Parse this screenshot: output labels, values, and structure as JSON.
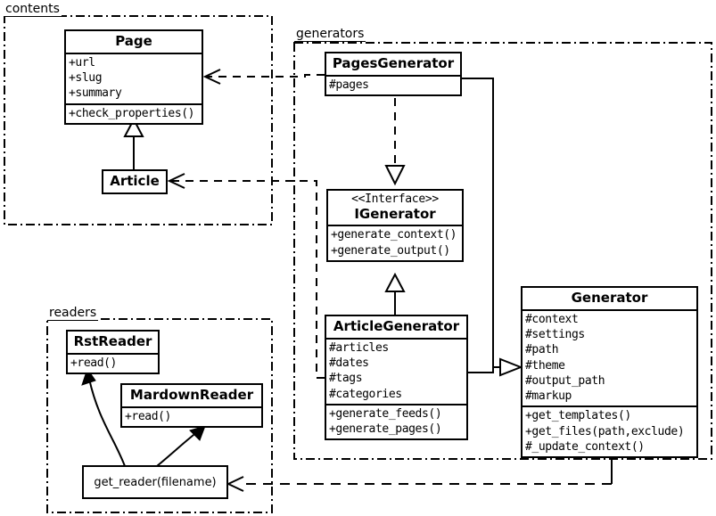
{
  "diagram": {
    "title": "UML class diagram",
    "stroke_color": "#000000",
    "background_color": "#ffffff"
  },
  "packages": [
    {
      "id": "contents",
      "label": "contents"
    },
    {
      "id": "generators",
      "label": "generators"
    },
    {
      "id": "readers",
      "label": "readers"
    }
  ],
  "classes": {
    "page": {
      "name": "Page",
      "attributes": [
        "+url",
        "+slug",
        "+summary"
      ],
      "methods": [
        "+check_properties()"
      ]
    },
    "article": {
      "name": "Article",
      "attributes": [],
      "methods": []
    },
    "pages_generator": {
      "name": "PagesGenerator",
      "attributes": [
        "#pages"
      ],
      "methods": []
    },
    "igenerator": {
      "stereotype": "<<Interface>>",
      "name": "IGenerator",
      "attributes": [],
      "methods": [
        "+generate_context()",
        "+generate_output()"
      ]
    },
    "article_generator": {
      "name": "ArticleGenerator",
      "attributes": [
        "#articles",
        "#dates",
        "#tags",
        "#categories"
      ],
      "methods": [
        "+generate_feeds()",
        "+generate_pages()"
      ]
    },
    "generator": {
      "name": "Generator",
      "attributes": [
        "#context",
        "#settings",
        "#path",
        "#theme",
        "#output_path",
        "#markup"
      ],
      "methods": [
        "+get_templates()",
        "+get_files(path,exclude)",
        "#_update_context()"
      ]
    },
    "rst_reader": {
      "name": "RstReader",
      "attributes": [],
      "methods": [
        "+read()"
      ]
    },
    "mardown_reader": {
      "name": "MardownReader",
      "attributes": [],
      "methods": [
        "+read()"
      ]
    },
    "get_reader": {
      "name": "get_reader(filename)"
    }
  },
  "relations": [
    {
      "id": "article-inherits-page",
      "kind": "generalization",
      "from": "Article",
      "to": "Page"
    },
    {
      "id": "pagesgenerator-realizes-igenerator",
      "kind": "realization",
      "from": "PagesGenerator",
      "to": "IGenerator"
    },
    {
      "id": "articlegenerator-inherits-igenerator",
      "kind": "generalization",
      "from": "ArticleGenerator",
      "to": "IGenerator"
    },
    {
      "id": "pagesgenerator-aggregates-generator",
      "kind": "aggregation",
      "from": "PagesGenerator",
      "to": "Generator"
    },
    {
      "id": "articlegenerator-aggregates-generator",
      "kind": "aggregation",
      "from": "ArticleGenerator",
      "to": "Generator"
    },
    {
      "id": "pagesgenerator-depends-page",
      "kind": "dependency",
      "from": "PagesGenerator",
      "to": "Page"
    },
    {
      "id": "articlegenerator-depends-article",
      "kind": "dependency",
      "from": "ArticleGenerator",
      "to": "Article"
    },
    {
      "id": "generator-depends-get-reader",
      "kind": "dependency",
      "from": "Generator",
      "to": "get_reader(filename)"
    },
    {
      "id": "get-reader-creates-rstreader",
      "kind": "create",
      "from": "get_reader(filename)",
      "to": "RstReader"
    },
    {
      "id": "get-reader-creates-mardownreader",
      "kind": "create",
      "from": "get_reader(filename)",
      "to": "MardownReader"
    }
  ]
}
